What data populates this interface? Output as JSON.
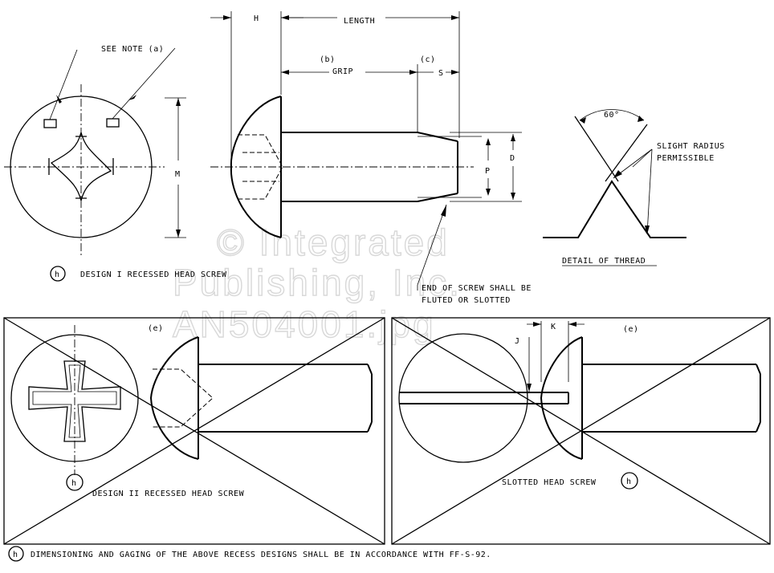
{
  "watermark": {
    "line1": "© Integrated",
    "line2": "Publishing, Inc.",
    "line3": "AN504001.jpg"
  },
  "top_view": {
    "see_note": "SEE NOTE (a)",
    "dim_h": "H",
    "dim_length": "LENGTH",
    "dim_b": "(b)",
    "dim_grip": "GRIP",
    "dim_c": "(c)",
    "dim_s": "S",
    "dim_d": "D",
    "dim_p": "P",
    "dim_m": "M",
    "design_i_label": "DESIGN I RECESSED HEAD SCREW",
    "design_i_note": "h",
    "end_note_line1": "END OF SCREW SHALL BE",
    "end_note_line2": "FLUTED OR SLOTTED"
  },
  "thread_detail": {
    "angle": "60°",
    "radius_line1": "SLIGHT RADIUS",
    "radius_line2": "PERMISSIBLE",
    "title": "DETAIL OF THREAD"
  },
  "design_ii": {
    "marker": "(e)",
    "note": "h",
    "label": "DESIGN II RECESSED HEAD SCREW"
  },
  "slotted": {
    "marker": "(e)",
    "dim_j": "J",
    "dim_k": "K",
    "label": "SLOTTED HEAD SCREW",
    "note": "h"
  },
  "footer": {
    "note": "h",
    "text": "DIMENSIONING AND GAGING OF THE ABOVE RECESS DESIGNS SHALL BE IN ACCORDANCE WITH FF-S-92."
  }
}
